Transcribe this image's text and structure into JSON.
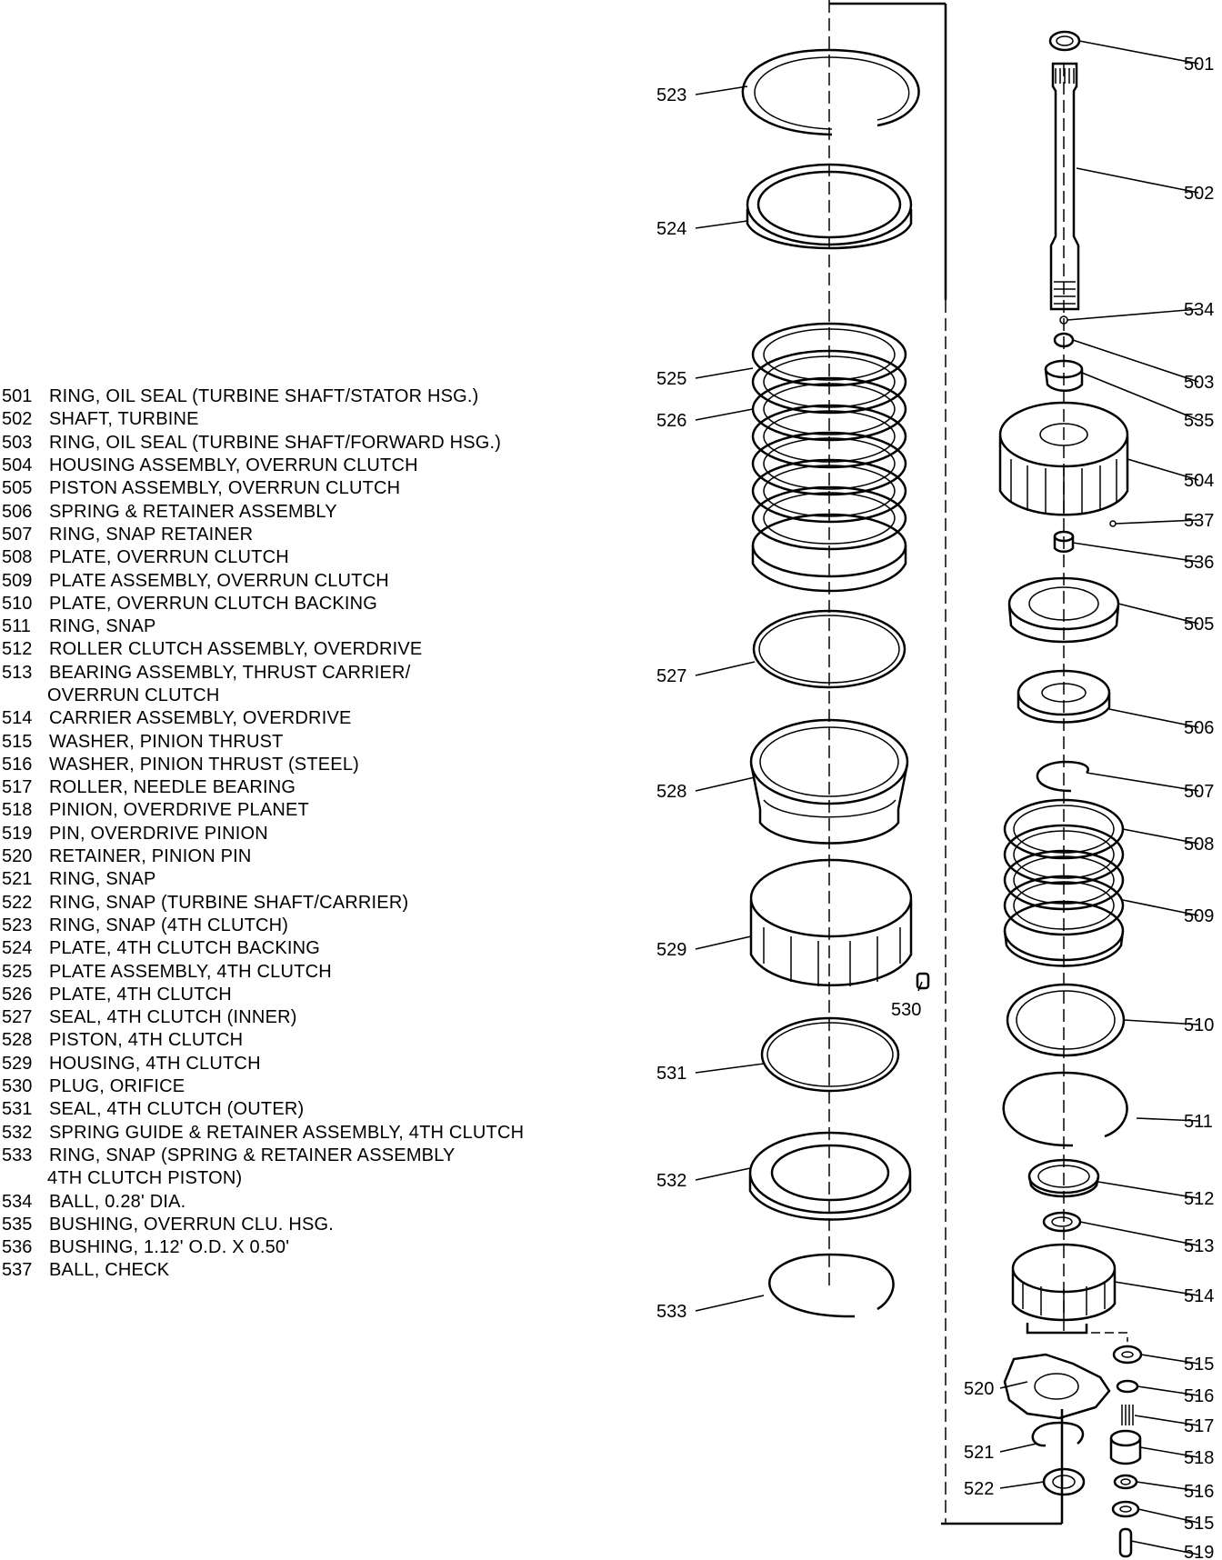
{
  "legend": [
    {
      "num": "501",
      "desc": "RING, OIL SEAL (TURBINE SHAFT/STATOR HSG.)"
    },
    {
      "num": "502",
      "desc": "SHAFT, TURBINE"
    },
    {
      "num": "503",
      "desc": "RING, OIL SEAL (TURBINE SHAFT/FORWARD HSG.)"
    },
    {
      "num": "504",
      "desc": "HOUSING ASSEMBLY, OVERRUN CLUTCH"
    },
    {
      "num": "505",
      "desc": "PISTON ASSEMBLY, OVERRUN CLUTCH"
    },
    {
      "num": "506",
      "desc": "SPRING & RETAINER ASSEMBLY"
    },
    {
      "num": "507",
      "desc": "RING, SNAP RETAINER"
    },
    {
      "num": "508",
      "desc": "PLATE, OVERRUN CLUTCH"
    },
    {
      "num": "509",
      "desc": "PLATE ASSEMBLY, OVERRUN CLUTCH"
    },
    {
      "num": "510",
      "desc": "PLATE, OVERRUN CLUTCH BACKING"
    },
    {
      "num": "511",
      "desc": "RING, SNAP"
    },
    {
      "num": "512",
      "desc": "ROLLER CLUTCH ASSEMBLY, OVERDRIVE"
    },
    {
      "num": "513",
      "desc": "BEARING ASSEMBLY, THRUST CARRIER/",
      "cont": "OVERRUN CLUTCH"
    },
    {
      "num": "514",
      "desc": "CARRIER ASSEMBLY, OVERDRIVE"
    },
    {
      "num": "515",
      "desc": "WASHER, PINION THRUST"
    },
    {
      "num": "516",
      "desc": "WASHER, PINION THRUST (STEEL)"
    },
    {
      "num": "517",
      "desc": "ROLLER, NEEDLE BEARING"
    },
    {
      "num": "518",
      "desc": "PINION, OVERDRIVE PLANET"
    },
    {
      "num": "519",
      "desc": "PIN, OVERDRIVE PINION"
    },
    {
      "num": "520",
      "desc": "RETAINER, PINION PIN"
    },
    {
      "num": "521",
      "desc": "RING, SNAP"
    },
    {
      "num": "522",
      "desc": "RING, SNAP (TURBINE SHAFT/CARRIER)"
    },
    {
      "num": "523",
      "desc": "RING, SNAP (4TH CLUTCH)"
    },
    {
      "num": "524",
      "desc": "PLATE, 4TH CLUTCH BACKING"
    },
    {
      "num": "525",
      "desc": "PLATE ASSEMBLY, 4TH CLUTCH"
    },
    {
      "num": "526",
      "desc": "PLATE, 4TH CLUTCH"
    },
    {
      "num": "527",
      "desc": "SEAL, 4TH CLUTCH (INNER)"
    },
    {
      "num": "528",
      "desc": "PISTON, 4TH CLUTCH"
    },
    {
      "num": "529",
      "desc": "HOUSING, 4TH CLUTCH"
    },
    {
      "num": "530",
      "desc": "PLUG, ORIFICE"
    },
    {
      "num": "531",
      "desc": "SEAL, 4TH CLUTCH (OUTER)"
    },
    {
      "num": "532",
      "desc": "SPRING GUIDE & RETAINER ASSEMBLY, 4TH CLUTCH"
    },
    {
      "num": "533",
      "desc": "RING, SNAP (SPRING & RETAINER  ASSEMBLY",
      "cont": " 4TH CLUTCH PISTON)"
    },
    {
      "num": "534",
      "desc": "BALL, 0.28' DIA."
    },
    {
      "num": "535",
      "desc": "BUSHING, OVERRUN CLU. HSG."
    },
    {
      "num": "536",
      "desc": "BUSHING, 1.12' O.D. X 0.50'"
    },
    {
      "num": "537",
      "desc": "BALL, CHECK"
    }
  ],
  "callouts": {
    "c523": "523",
    "c524": "524",
    "c525": "525",
    "c526": "526",
    "c527": "527",
    "c528": "528",
    "c529": "529",
    "c530": "530",
    "c531": "531",
    "c532": "532",
    "c533": "533",
    "c520": "520",
    "c521": "521",
    "c522": "522",
    "c501": "501",
    "c502": "502",
    "c534": "534",
    "c503": "503",
    "c535": "535",
    "c504": "504",
    "c537": "537",
    "c536": "536",
    "c505": "505",
    "c506": "506",
    "c507": "507",
    "c508": "508",
    "c509": "509",
    "c510": "510",
    "c511": "511",
    "c512": "512",
    "c513": "513",
    "c514": "514",
    "c515": "515",
    "c516a": "516",
    "c517": "517",
    "c518": "518",
    "c516b": "516",
    "c515b": "515",
    "c519": "519"
  }
}
